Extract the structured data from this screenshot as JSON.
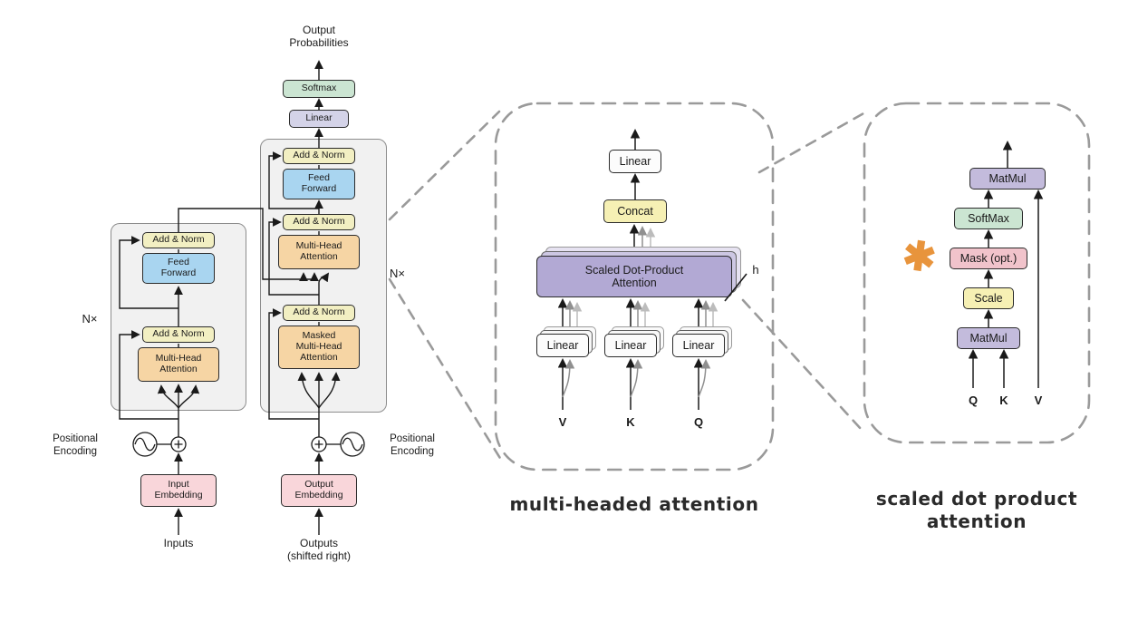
{
  "left_diagram": {
    "output_probabilities_label": "Output\nProbabilities",
    "softmax_label": "Softmax",
    "linear_label": "Linear",
    "add_norm_label": "Add & Norm",
    "feed_forward_label": "Feed\nForward",
    "multi_head_attention_label": "Multi-Head\nAttention",
    "masked_multi_head_attention_label": "Masked\nMulti-Head\nAttention",
    "n_times_label": "N×",
    "positional_encoding_label": "Positional\nEncoding",
    "input_embedding_label": "Input\nEmbedding",
    "output_embedding_label": "Output\nEmbedding",
    "inputs_label": "Inputs",
    "outputs_label": "Outputs\n(shifted right)"
  },
  "multi_head_panel": {
    "caption": "multi-headed attention",
    "linear_label": "Linear",
    "concat_label": "Concat",
    "scaled_dot_product_attention_label": "Scaled Dot-Product\nAttention",
    "h_label": "h",
    "v_label": "V",
    "k_label": "K",
    "q_label": "Q"
  },
  "scaled_dot_panel": {
    "caption": "scaled dot product\nattention",
    "matmul_label": "MatMul",
    "softmax_label": "SoftMax",
    "mask_label": "Mask (opt.)",
    "scale_label": "Scale",
    "q_label": "Q",
    "k_label": "K",
    "v_label": "V",
    "asterisk_glyph": "✱"
  },
  "colors": {
    "add_norm": "#f2efc2",
    "feed_forward_blue": "#a9d5f0",
    "attention_orange": "#f6d5a4",
    "embedding_pink": "#f9d6da",
    "linear_lavender": "#d4d3e8",
    "softmax_green": "#cbe5d2",
    "concat_yellow": "#f6f0b4",
    "scaled_dot_purple": "#b2a9d4",
    "mask_pink": "#f1c3cb",
    "matmul_purple": "#c3bbdc",
    "asterisk_orange": "#e8943c",
    "container_gray": "#f1f1f1",
    "dashed_gray": "#9a9a9a"
  }
}
